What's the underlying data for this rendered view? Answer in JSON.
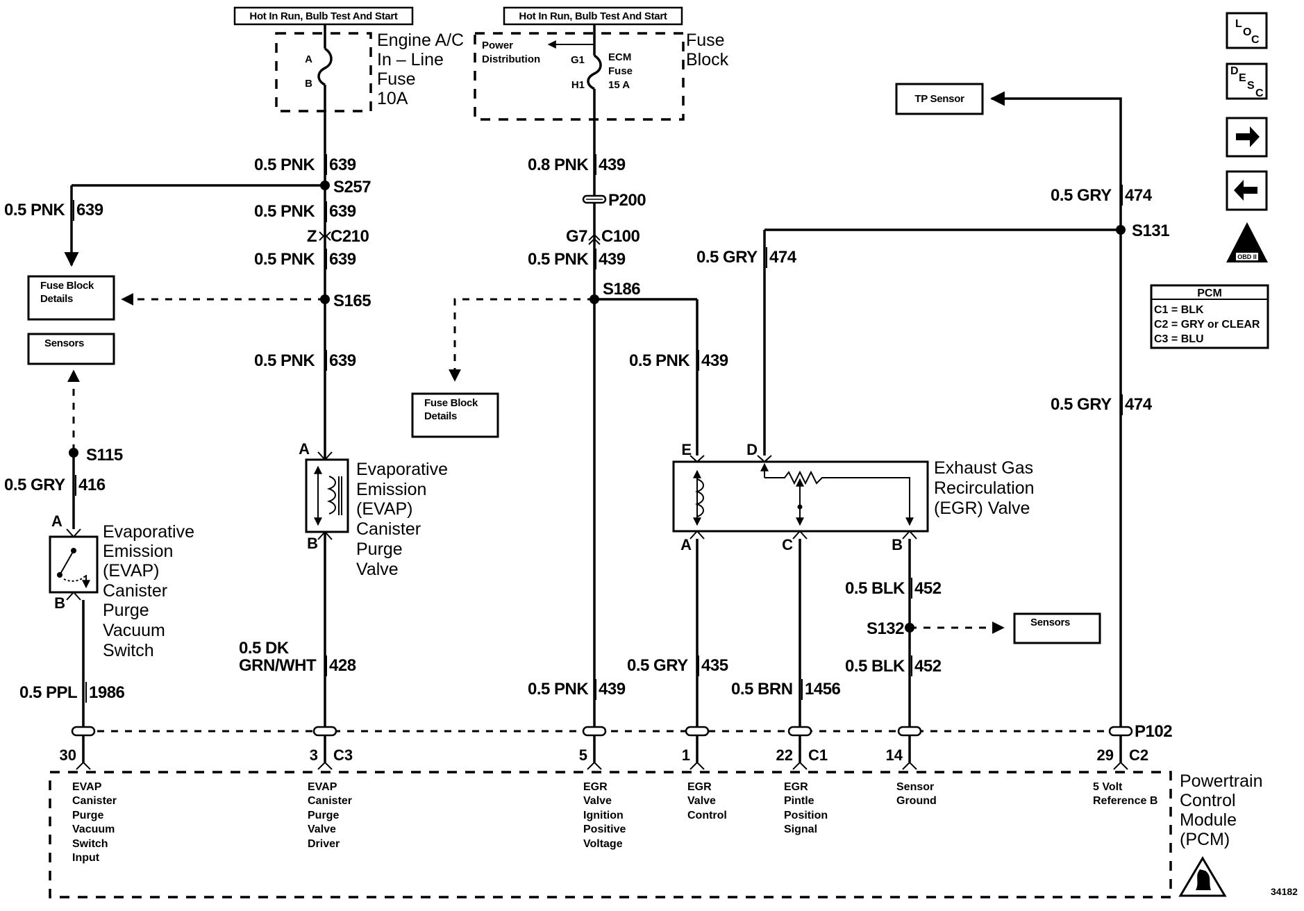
{
  "headers": {
    "fuse_a": "Hot In Run, Bulb Test And Start",
    "fuse_b": "Hot In Run, Bulb Test And Start"
  },
  "fuses": {
    "ac_fuse": {
      "line1": "Engine A/C",
      "line2": "In – Line",
      "line3": "Fuse",
      "line4": "10A",
      "pin_a": "A",
      "pin_b": "B"
    },
    "fuse_block": {
      "line1": "Fuse",
      "line2": "Block",
      "power1": "Power",
      "power2": "Distribution",
      "pin_g1": "G1",
      "pin_h1": "H1",
      "ecm1": "ECM",
      "ecm2": "Fuse",
      "ecm3": "15 A"
    }
  },
  "boxes": {
    "fuse_block_details_1": {
      "line1": "Fuse Block",
      "line2": "Details"
    },
    "sensors_1": "Sensors",
    "fuse_block_details_2": {
      "line1": "Fuse Block",
      "line2": "Details"
    },
    "tp_sensor": "TP Sensor",
    "sensors_2": "Sensors"
  },
  "pcm_table": {
    "title": "PCM",
    "c1": "C1 = BLK",
    "c2": "C2 = GRY or CLEAR",
    "c3": "C3 = BLU"
  },
  "nav_icons": {
    "loc": {
      "l1": "L",
      "l2": "O",
      "l3": "C"
    },
    "desc": {
      "l1": "D",
      "l2": "E",
      "l3": "S",
      "l4": "C"
    },
    "obd": "OBD II"
  },
  "wires": {
    "pnk639_a": {
      "gauge": "0.5 PNK",
      "circuit": "639"
    },
    "pnk639_left": {
      "gauge": "0.5 PNK",
      "circuit": "639"
    },
    "pnk639_b": {
      "gauge": "0.5 PNK",
      "circuit": "639"
    },
    "pnk639_c": {
      "gauge": "0.5 PNK",
      "circuit": "639"
    },
    "pnk639_d": {
      "gauge": "0.5 PNK",
      "circuit": "639"
    },
    "pnk439_top": {
      "gauge": "0.8 PNK",
      "circuit": "439"
    },
    "pnk439_a": {
      "gauge": "0.5 PNK",
      "circuit": "439"
    },
    "pnk439_e": {
      "gauge": "0.5 PNK",
      "circuit": "439"
    },
    "pnk439_bottom": {
      "gauge": "0.5 PNK",
      "circuit": "439"
    },
    "gry474_top": {
      "gauge": "0.5 GRY",
      "circuit": "474"
    },
    "gry474_d": {
      "gauge": "0.5 GRY",
      "circuit": "474"
    },
    "gry474_right": {
      "gauge": "0.5 GRY",
      "circuit": "474"
    },
    "gry416": {
      "gauge": "0.5 GRY",
      "circuit": "416"
    },
    "ppl1986": {
      "gauge": "0.5 PPL",
      "circuit": "1986"
    },
    "dkgrn428": {
      "gauge1": "0.5 DK",
      "gauge2": "GRN/WHT",
      "circuit": "428"
    },
    "gry435": {
      "gauge": "0.5 GRY",
      "circuit": "435"
    },
    "brn1456": {
      "gauge": "0.5 BRN",
      "circuit": "1456"
    },
    "blk452_a": {
      "gauge": "0.5 BLK",
      "circuit": "452"
    },
    "blk452_b": {
      "gauge": "0.5 BLK",
      "circuit": "452"
    }
  },
  "splices": {
    "s257": "S257",
    "s165": "S165",
    "s115": "S115",
    "s186": "S186",
    "s131": "S131",
    "s132": "S132"
  },
  "connectors": {
    "c210": {
      "label": "C210",
      "pin": "Z"
    },
    "p200": "P200",
    "c100": {
      "label": "C100",
      "pin": "G7"
    },
    "p102": "P102"
  },
  "components": {
    "evap_switch": {
      "l1": "Evaporative",
      "l2": "Emission",
      "l3": "(EVAP)",
      "l4": "Canister",
      "l5": "Purge",
      "l6": "Vacuum",
      "l7": "Switch",
      "pin_a": "A",
      "pin_b": "B"
    },
    "evap_valve": {
      "l1": "Evaporative",
      "l2": "Emission",
      "l3": "(EVAP)",
      "l4": "Canister",
      "l5": "Purge",
      "l6": "Valve",
      "pin_a": "A",
      "pin_b": "B"
    },
    "egr": {
      "l1": "Exhaust Gas",
      "l2": "Recirculation",
      "l3": "(EGR) Valve",
      "pin_e": "E",
      "pin_d": "D",
      "pin_a": "A",
      "pin_c": "C",
      "pin_b": "B"
    }
  },
  "pcm": {
    "title1": "Powertrain",
    "title2": "Control",
    "title3": "Module",
    "title4": "(PCM)",
    "pins": {
      "p30": "30",
      "p3": "3",
      "c3": "C3",
      "p5": "5",
      "p1": "1",
      "p22": "22",
      "c1": "C1",
      "p14": "14",
      "p29": "29",
      "c2": "C2"
    },
    "labels": {
      "evap_switch": [
        "EVAP",
        "Canister",
        "Purge",
        "Vacuum",
        "Switch",
        "Input"
      ],
      "evap_valve": [
        "EVAP",
        "Canister",
        "Purge",
        "Valve",
        "Driver"
      ],
      "egr_ignition": [
        "EGR",
        "Valve",
        "Ignition",
        "Positive",
        "Voltage"
      ],
      "egr_control": [
        "EGR",
        "Valve",
        "Control"
      ],
      "egr_pintle": [
        "EGR",
        "Pintle",
        "Position",
        "Signal"
      ],
      "sensor_ground": [
        "Sensor",
        "Ground"
      ],
      "five_volt": [
        "5 Volt",
        "Reference B"
      ]
    }
  },
  "figure_number": "34182"
}
